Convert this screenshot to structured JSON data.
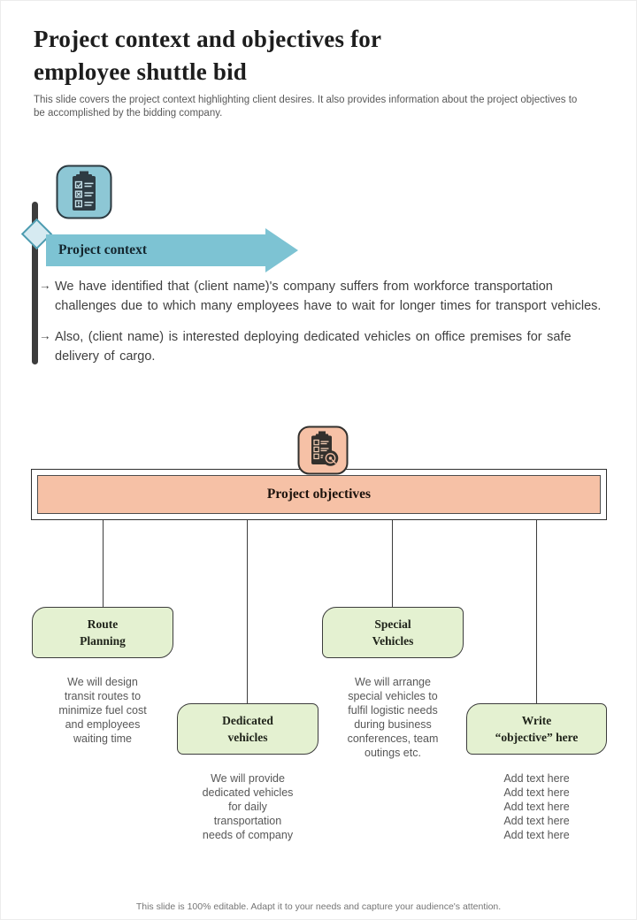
{
  "slide": {
    "title": "Project context and objectives for\nemployee shuttle bid",
    "subtitle": "This slide covers the project context highlighting client desires. It also provides information about the project objectives to\nbe accomplished by the bidding company.",
    "footer": "This slide is 100% editable. Adapt it to your needs and capture your audience's attention."
  },
  "context": {
    "icon": "checklist-clipboard-icon",
    "banner_label": "Project context",
    "bullets": [
      {
        "marker": "→",
        "text": "We have identified that (client name)'s company suffers from workforce transportation\nchallenges due to which many employees have to wait for longer times for transport vehicles."
      },
      {
        "marker": "→",
        "text": "Also, (client name) is interested deploying dedicated vehicles on office premises for safe\ndelivery of cargo."
      }
    ]
  },
  "objectives": {
    "icon": "clipboard-target-icon",
    "banner_label": "Project objectives",
    "nodes": [
      {
        "title": "Route\nPlanning",
        "description": "We will design\ntransit routes to\nminimize fuel cost\nand employees\nwaiting time"
      },
      {
        "title": "Dedicated\nvehicles",
        "description": "We will provide\ndedicated vehicles\nfor daily\ntransportation\nneeds of company"
      },
      {
        "title": "Special\nVehicles",
        "description": "We will arrange\nspecial vehicles to\nfulfil logistic needs\nduring business\nconferences, team\noutings etc."
      },
      {
        "title": "Write\n“objective” here",
        "description": "Add text here\nAdd text here\nAdd text here\nAdd text here\nAdd text here"
      }
    ]
  },
  "colors": {
    "banner_teal": "#7dc3d3",
    "icon_teal": "#8dc7d5",
    "diamond_fill": "#d6eaf1",
    "diamond_border": "#4d9cb0",
    "salmon": "#f6c1a6",
    "green": "#e4f1d1",
    "dark_line": "#3d3d3d"
  }
}
